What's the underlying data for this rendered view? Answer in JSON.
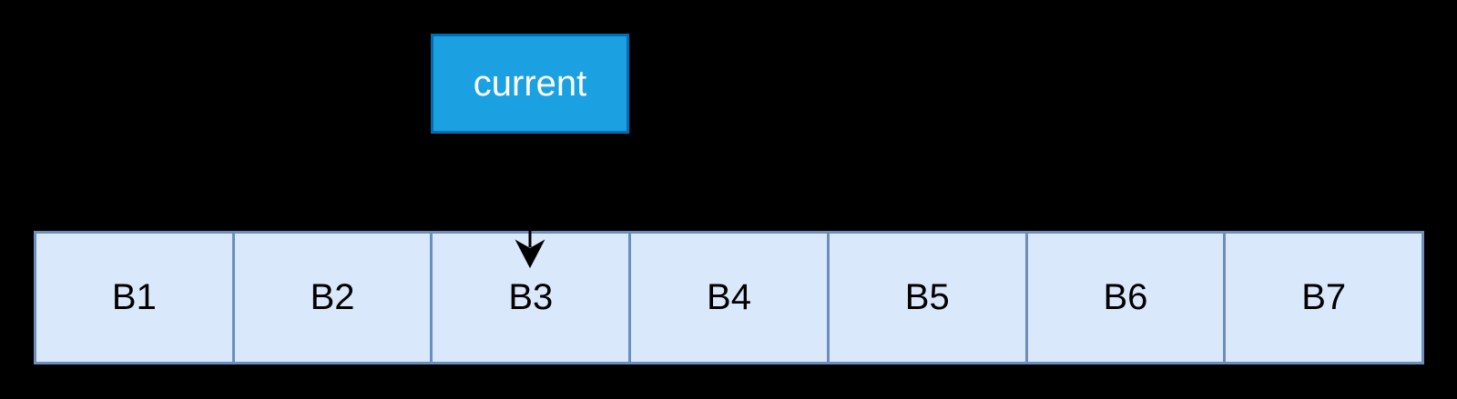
{
  "pointer": {
    "label": "current",
    "target": "B3"
  },
  "blocks": [
    {
      "label": "B1"
    },
    {
      "label": "B2"
    },
    {
      "label": "B3"
    },
    {
      "label": "B4"
    },
    {
      "label": "B5"
    },
    {
      "label": "B6"
    },
    {
      "label": "B7"
    }
  ],
  "colors": {
    "background": "#000000",
    "pointer_fill": "#1ba1e2",
    "pointer_stroke": "#006eaf",
    "block_fill": "#dae8fc",
    "block_stroke": "#6c8ebf",
    "arrow": "#000000"
  }
}
